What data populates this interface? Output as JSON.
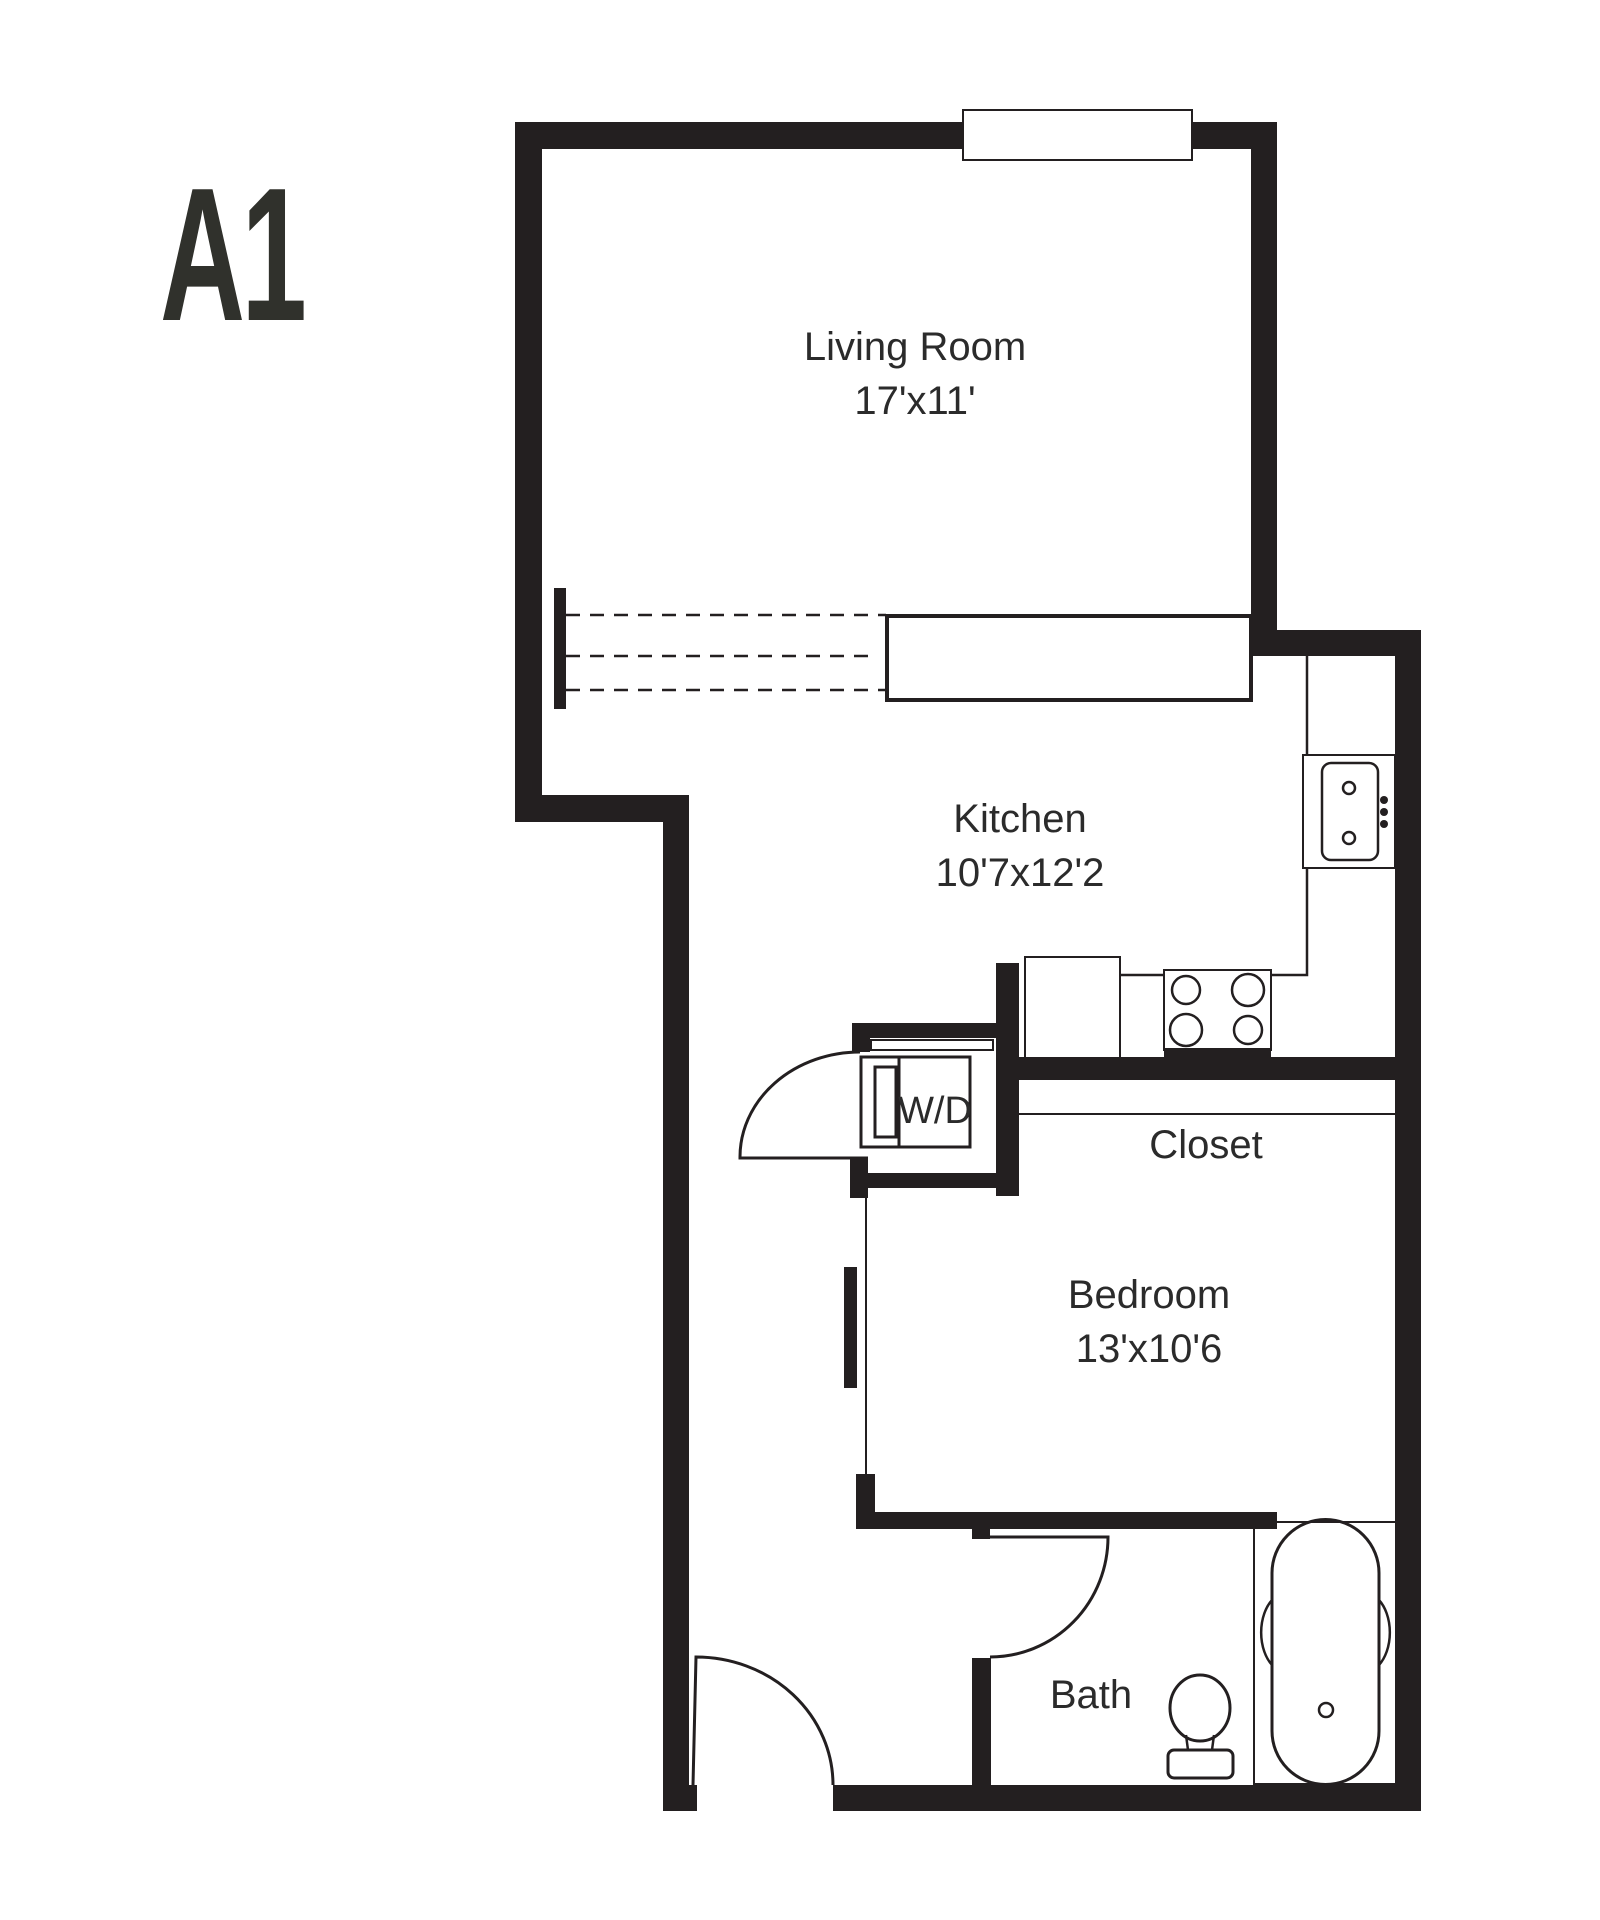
{
  "unit": {
    "name": "A1"
  },
  "rooms": [
    {
      "id": "living-room",
      "name": "Living Room",
      "size": "17'x11'"
    },
    {
      "id": "kitchen",
      "name": "Kitchen",
      "size": "10'7x12'2"
    },
    {
      "id": "closet",
      "name": "Closet",
      "size": ""
    },
    {
      "id": "bedroom",
      "name": "Bedroom",
      "size": "13'x10'6"
    },
    {
      "id": "bath",
      "name": "Bath",
      "size": ""
    }
  ],
  "fixtures": {
    "washer_dryer": "W/D"
  },
  "colors": {
    "wall": "#231f20",
    "text": "#2b2b2b",
    "title": "#30312c"
  }
}
